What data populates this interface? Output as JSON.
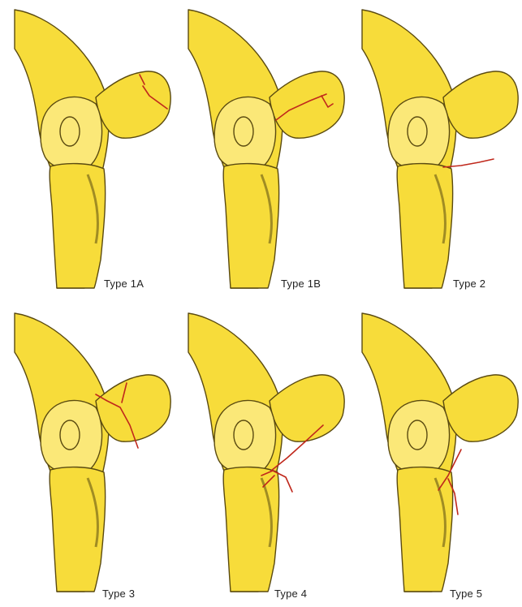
{
  "figure": {
    "panels": [
      {
        "label": "Type 1A"
      },
      {
        "label": "Type 1B"
      },
      {
        "label": "Type 2"
      },
      {
        "label": "Type 3"
      },
      {
        "label": "Type 4"
      },
      {
        "label": "Type 5"
      }
    ]
  },
  "colors": {
    "bone_fill": "#f7dc3a",
    "bone_highlight": "#fbe878",
    "bone_outline": "#5a4a10",
    "fracture_line": "#c0281c",
    "background": "#ffffff"
  }
}
